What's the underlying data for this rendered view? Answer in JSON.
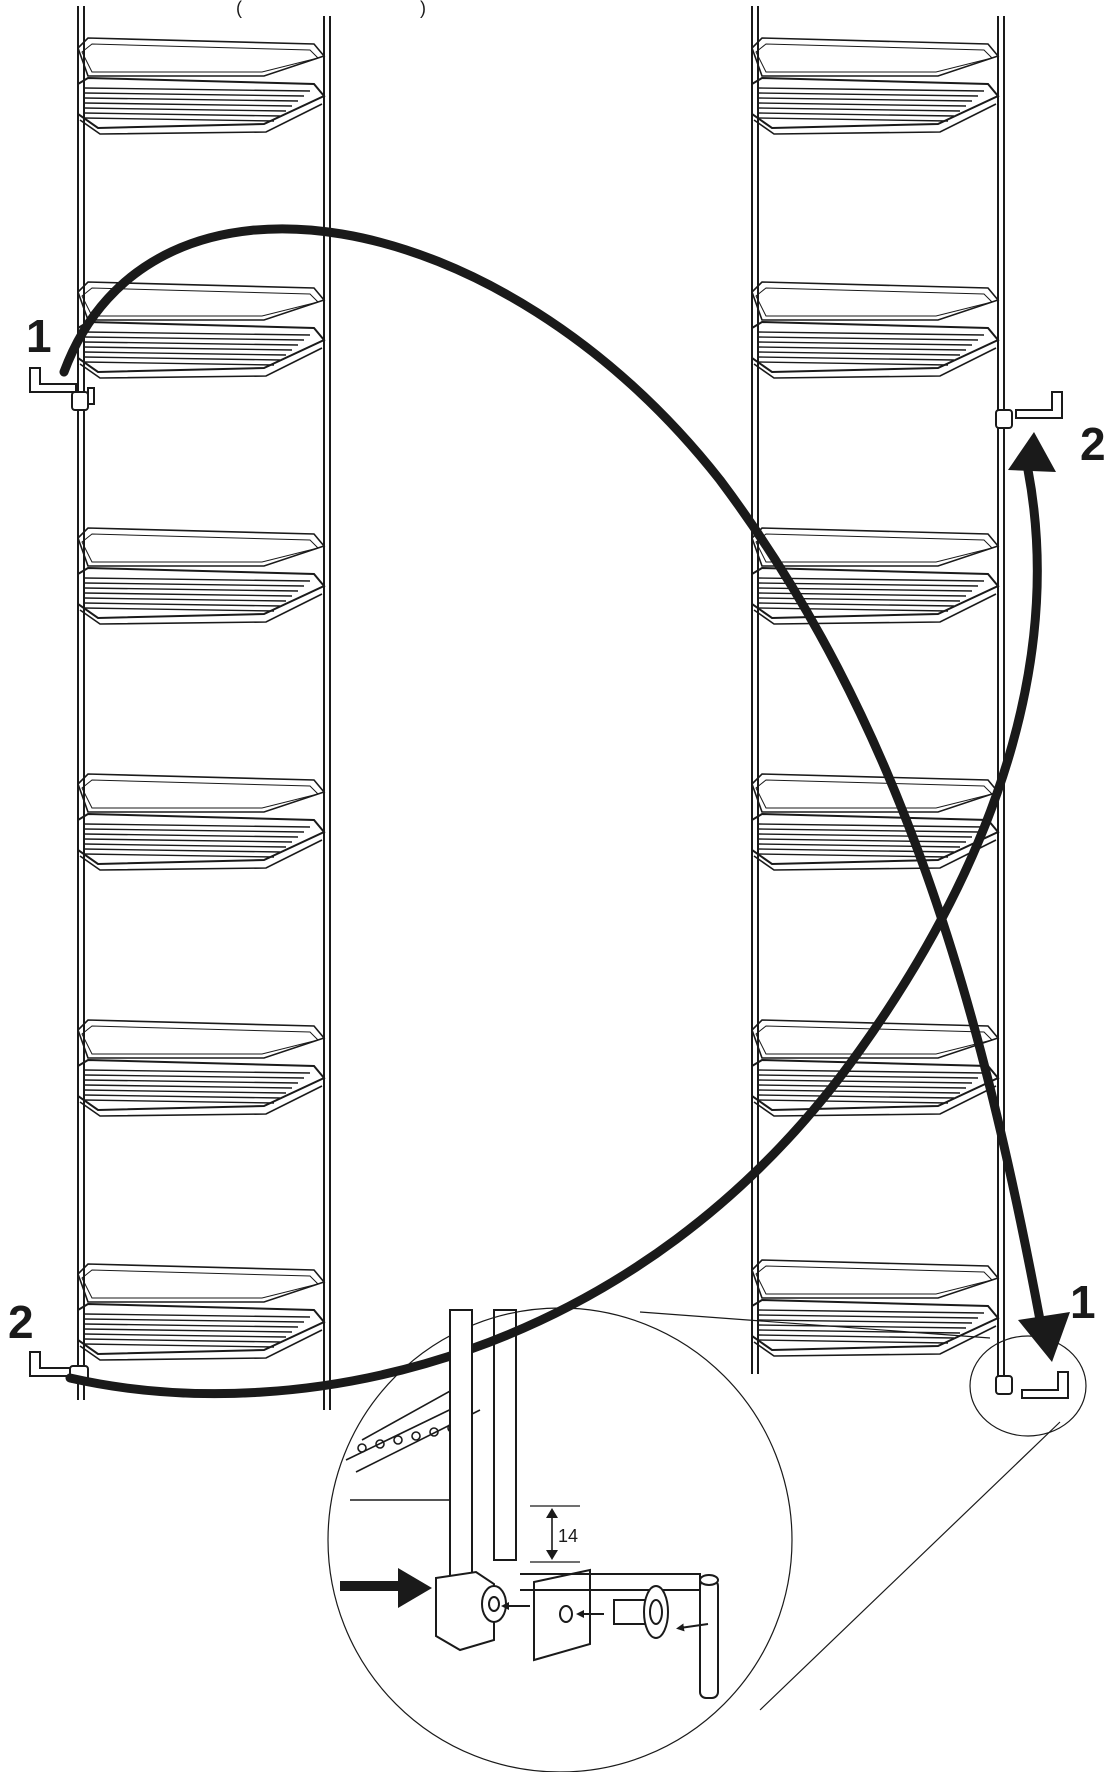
{
  "header_fragment": "(",
  "header_fragment_close": ")",
  "labels": {
    "left_top": "1",
    "left_bottom": "2",
    "right_top": "2",
    "right_bottom": "1"
  },
  "detail": {
    "dimension": "14"
  },
  "colors": {
    "stroke": "#1a1a1a",
    "background": "#ffffff"
  }
}
